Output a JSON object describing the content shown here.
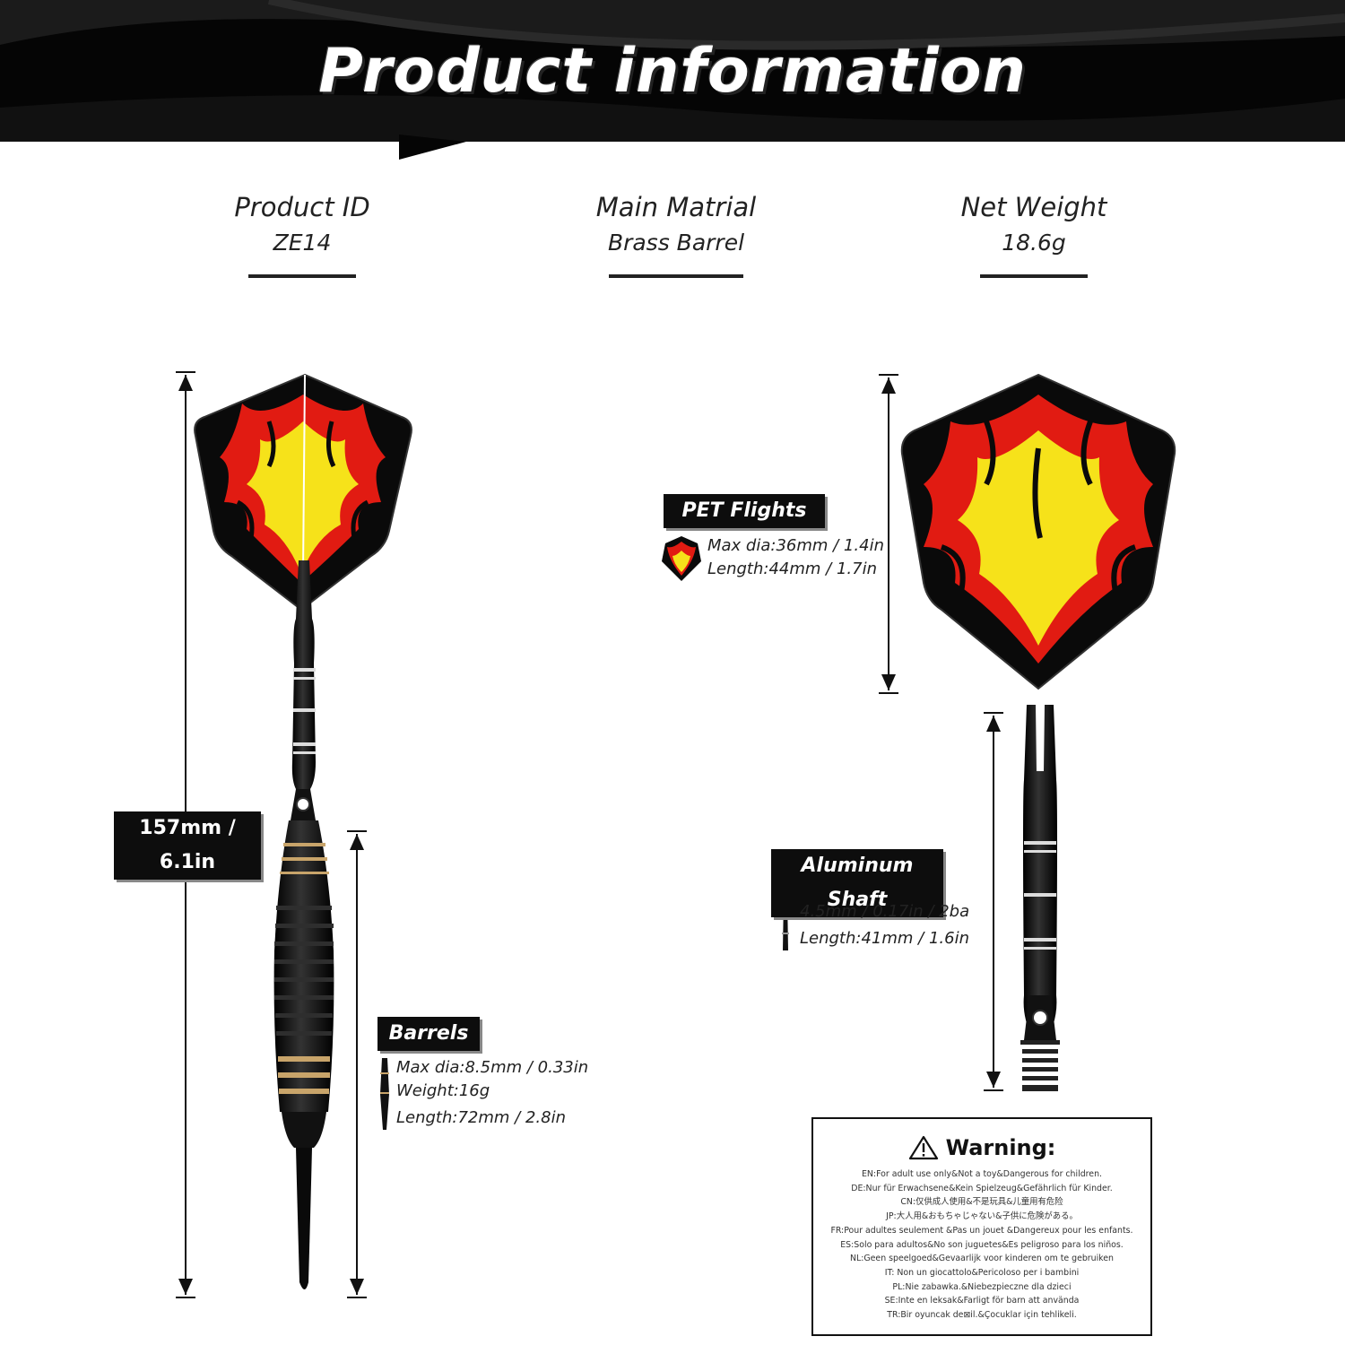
{
  "header": {
    "title": "Product information"
  },
  "specs": [
    {
      "label": "Product ID",
      "value": "ZE14"
    },
    {
      "label": "Main Matrial",
      "value": "Brass Barrel"
    },
    {
      "label": "Net Weight",
      "value": "18.6g"
    }
  ],
  "overall_length": "157mm / 6.1in",
  "barrels": {
    "title": "Barrels",
    "lines": [
      "Max dia:8.5mm / 0.33in",
      "Weight:16g",
      "Length:72mm / 2.8in"
    ]
  },
  "flights": {
    "title": "PET Flights",
    "lines": [
      "Max dia:36mm / 1.4in",
      "Length:44mm / 1.7in"
    ]
  },
  "shaft": {
    "title": "Aluminum Shaft",
    "lines": [
      "4.5mm  / 0.17in / 2ba",
      "Length:41mm / 1.6in"
    ]
  },
  "warning": {
    "title": "Warning:",
    "lines": [
      "EN:For adult use only&Not a toy&Dangerous for children.",
      "DE:Nur für Erwachsene&Kein Spielzeug&Gefährlich für Kinder.",
      "CN:仅供成人使用&不是玩具&儿童用有危险",
      "JP:大人用&おもちゃじゃない&子供に危険がある。",
      "FR:Pour adultes seulement &Pas un jouet &Dangereux pour les enfants.",
      "ES:Solo para adultos&No son juguetes&Es peligroso para los niños.",
      "NL:Geen speelgoed&Gevaarlijk voor kinderen om te gebruiken",
      "IT: Non un giocattolo&Pericoloso per i bambini",
      "PL:Nie zabawka.&Niebezpieczne dla dzieci",
      "SE:Inte en leksak&Farligt för barn att använda",
      "TR:Bir oyuncak de⊠il.&Çocuklar için tehlikeli."
    ]
  },
  "colors": {
    "banner": "#050505",
    "flame_red": "#e11b12",
    "flame_yellow": "#f6e21a",
    "gold": "#c8a46a"
  }
}
